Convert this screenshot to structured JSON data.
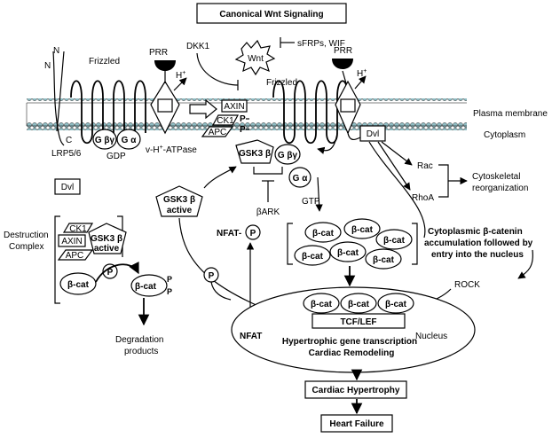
{
  "title": "Canonical Wnt Signaling",
  "labels": {
    "N1": "N",
    "N2": "N",
    "C": "C",
    "frizzled_left": "Frizzled",
    "frizzled_right": "Frizzled",
    "prr_left": "PRR",
    "prr_right": "PRR",
    "hplus_left": "H",
    "hplus_right": "H",
    "plus": "+",
    "dkk1": "DKK1",
    "wnt": "Wnt",
    "sfrps": "sFRPs, WIF",
    "plasma_membrane": "Plasma membrane",
    "cytoplasm": "Cytoplasm",
    "lrp": "LRP5/6",
    "gdp": "GDP",
    "vatpase_pre": "v-H",
    "vatpase_post": "-ATPase",
    "gbg_left": "G βγ",
    "ga_left": "G α",
    "axin_top": "AXIN",
    "ck1_top": "CK1",
    "apc_top": "APC",
    "p": "P",
    "gsk_top": "GSK3 β",
    "gbg_right": "G βγ",
    "ga_right": "G α",
    "gtp": "GTP",
    "dvl_top": "Dvl",
    "dvl_left": "Dvl",
    "rac": "Rac",
    "rhoa": "RhoA",
    "cytoskeletal_1": "Cytoskeletal",
    "cytoskeletal_2": "reorganization",
    "gsk_active_1": "GSK3 β",
    "gsk_active_2": "active",
    "barkt": "βARK",
    "destruction_1": "Destruction",
    "destruction_2": "Complex",
    "ck1_dc": "CK1",
    "axin_dc": "AXIN",
    "apc_dc": "APC",
    "gsk_dc_1": "GSK3 β",
    "gsk_dc_2": "active",
    "bcat": "β-cat",
    "degradation_1": "Degradation",
    "degradation_2": "products",
    "nfat_p": "NFAT-",
    "nfat": "NFAT",
    "accum_1": "Cytoplasmic β-catenin",
    "accum_2": "accumulation followed by",
    "accum_3": "entry into the nucleus",
    "rock": "ROCK",
    "tcf": "TCF/LEF",
    "nucleus": "Nucleus",
    "hypertrophic_1": "Hypertrophic gene transcription",
    "hypertrophic_2": "Cardiac Remodeling",
    "cardiac_hypertrophy": "Cardiac Hypertrophy",
    "heart_failure": "Heart Failure"
  },
  "colors": {
    "membrane_head": "#8fbcc3",
    "membrane_fill": "#ffffff",
    "stroke": "#000000"
  }
}
